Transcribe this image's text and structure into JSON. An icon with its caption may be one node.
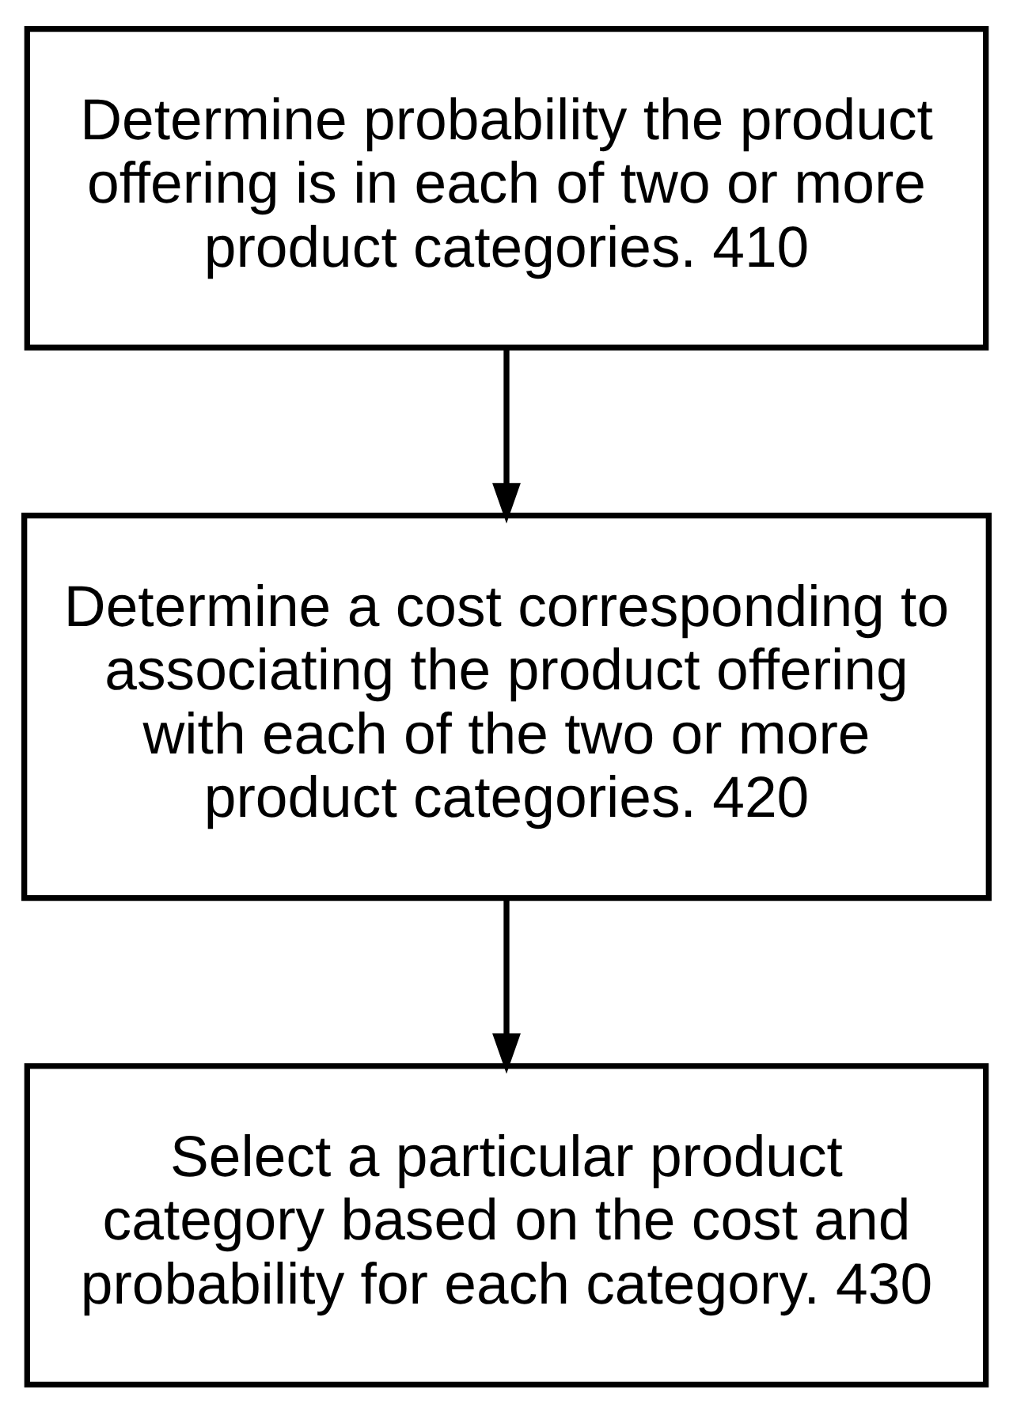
{
  "diagram": {
    "nodes": [
      {
        "text": [
          "Determine probability the product offering is in each of two or more product categories. 410"
        ]
      },
      {
        "text": [
          "Determine a cost corresponding to associating the product offering with each of the two or more product categories. 420"
        ]
      },
      {
        "text": [
          "Select a particular product category based on the cost and probability for each category. 430"
        ]
      }
    ],
    "edges": [
      {
        "from": 0,
        "to": 1,
        "arrow": "to"
      },
      {
        "from": 1,
        "to": 2,
        "arrow": "to"
      }
    ]
  }
}
